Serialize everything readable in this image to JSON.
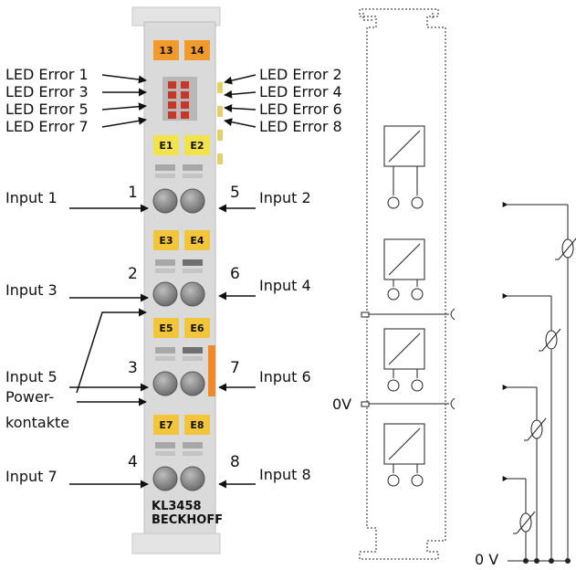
{
  "terminal": {
    "top_terminals": [
      "13",
      "14"
    ],
    "led_pairs": [
      [
        "E1",
        "E2"
      ],
      [
        "E3",
        "E4"
      ],
      [
        "E5",
        "E6"
      ],
      [
        "E7",
        "E8"
      ]
    ],
    "channel_numbers": [
      "1",
      "2",
      "3",
      "4",
      "5",
      "6",
      "7",
      "8"
    ],
    "model": "KL3458",
    "brand": "BECKHOFF"
  },
  "labels_left": {
    "led_errors": [
      "LED Error 1",
      "LED Error 3",
      "LED Error 5",
      "LED Error 7"
    ],
    "inputs": [
      "Input 1",
      "Input 3",
      "Input 5",
      "Input 7"
    ],
    "power_contacts": [
      "Power-",
      "kontakte"
    ]
  },
  "labels_right": {
    "led_errors": [
      "LED Error 2",
      "LED Error 4",
      "LED Error 6",
      "LED Error 8"
    ],
    "inputs": [
      "Input 2",
      "Input 4",
      "Input 6",
      "Input 8"
    ]
  },
  "schematic": {
    "zero_volt_rail": "0V",
    "zero_volt_bottom": "0 V"
  },
  "colors": {
    "terminal_body": "#d9d9d9",
    "orange_label": "#f39a2d",
    "yellow_label": "#f2e34a",
    "led_red": "#c0392b",
    "contact_orange": "#f08a24"
  }
}
